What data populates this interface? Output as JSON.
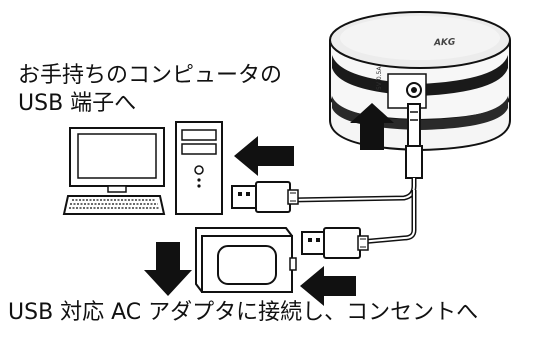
{
  "captions": {
    "pc_line1": "お手持ちのコンピュータの",
    "pc_line2": "USB 端子へ",
    "adapter": "USB 対応 AC アダプタに接続し、コンセントへ"
  },
  "device": {
    "brand": "AKG",
    "port_label": "5V 0.5A"
  },
  "colors": {
    "line": "#111111",
    "arrow": "#111111",
    "background": "#ffffff",
    "device_top": "#e9e9e9"
  },
  "icons": [
    "computer-icon",
    "usb-plug-icon",
    "ac-adapter-icon",
    "speaker-device-icon",
    "arrow-icon"
  ]
}
